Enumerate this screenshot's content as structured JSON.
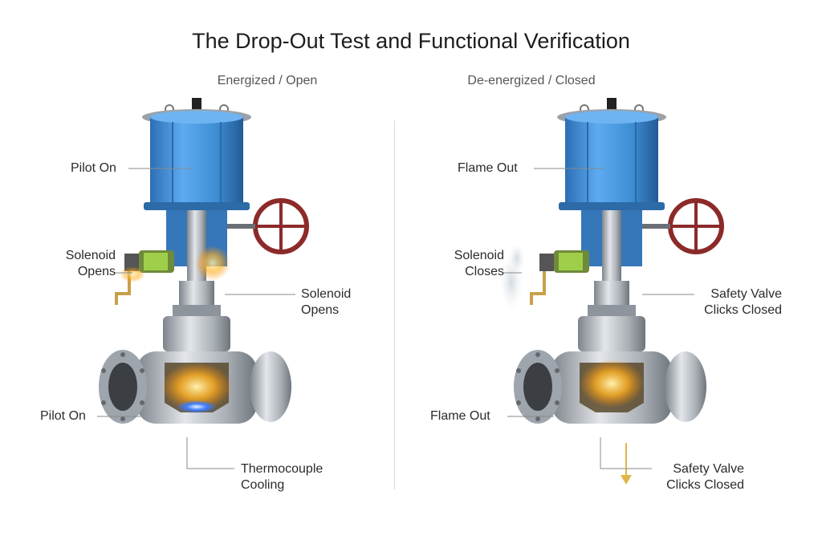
{
  "title": "The Drop-Out Test and Functional Verification",
  "panels": {
    "left": {
      "subtitle": "Energized / Open",
      "labels": {
        "pilot_top": "Pilot On",
        "solenoid": [
          "Solenoid",
          "Opens"
        ],
        "solenoid_right": [
          "Solenoid",
          "Opens"
        ],
        "pilot_bottom": "Pilot On",
        "thermocouple": [
          "Thermocouple",
          "Cooling"
        ]
      }
    },
    "right": {
      "subtitle": "De-energized / Closed",
      "labels": {
        "flame_top": "Flame Out",
        "solenoid": [
          "Solenoid",
          "Closes"
        ],
        "safety_right": [
          "Safety Valve",
          "Clicks Closed"
        ],
        "flame_bottom": "Flame Out",
        "safety_bottom": [
          "Safety Valve",
          "Clicks Closed"
        ]
      }
    }
  },
  "colors": {
    "actuator_blue": "#3f8fd6",
    "steel": "#b9bec4",
    "handwheel": "#8c2a2a",
    "flame_glow": "#ffb020",
    "pilot_flame": "#3a7bff"
  }
}
